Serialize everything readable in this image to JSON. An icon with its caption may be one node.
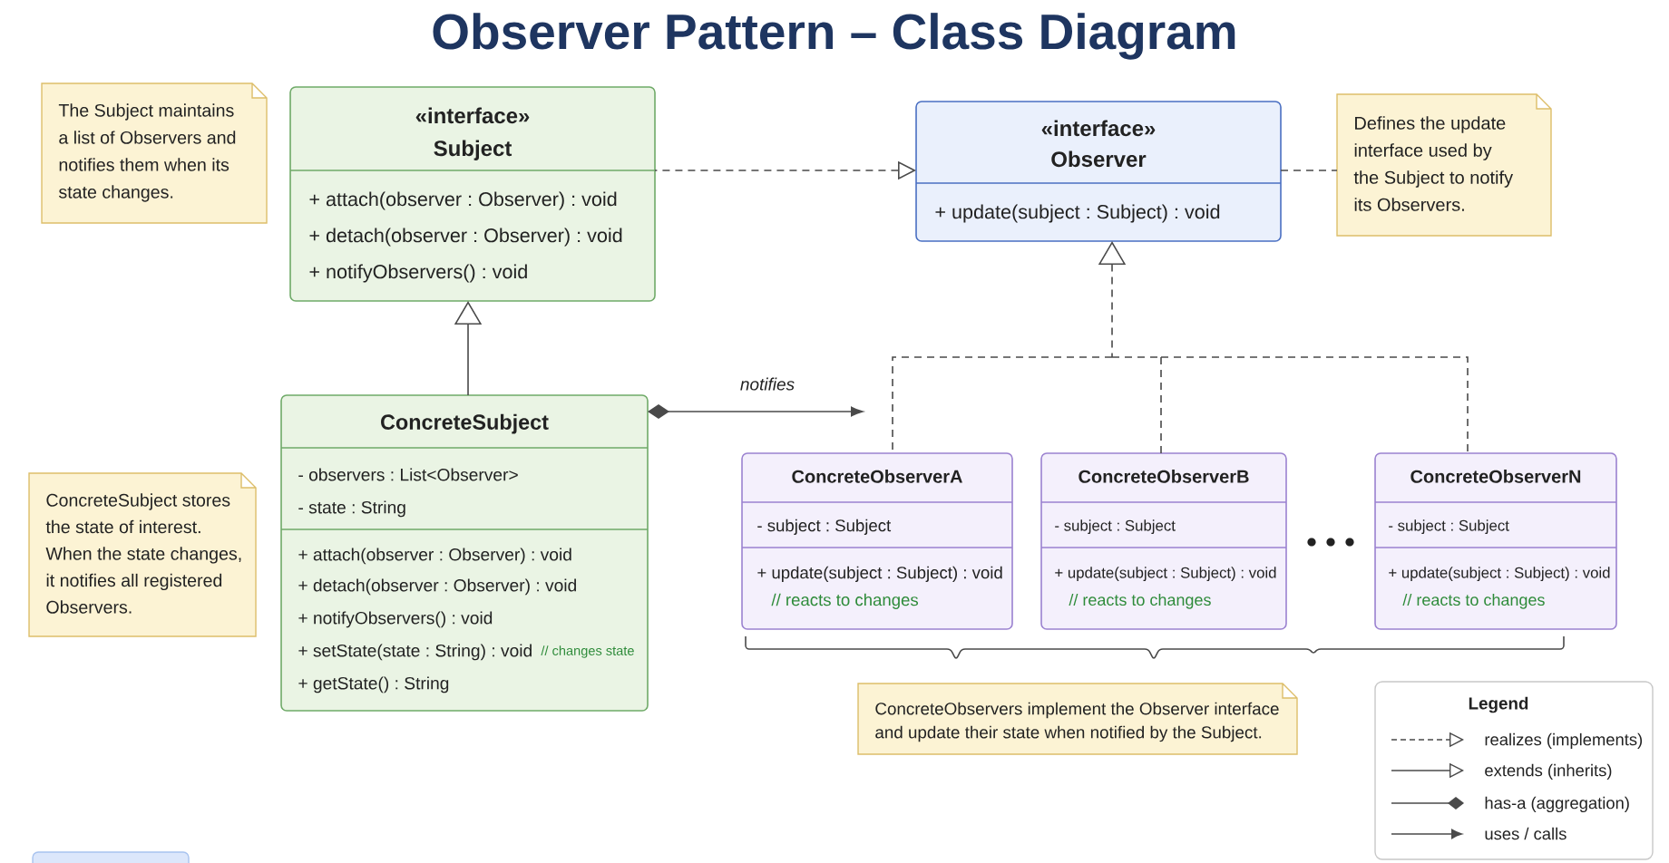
{
  "diagram": {
    "title": "Observer Pattern – Class Diagram",
    "nodes": [
      {
        "text": [
          "The Subject maintains a list of Observers and notifies them when its state changes."
        ]
      },
      {
        "text": [
          "«interface»",
          "Subject",
          "+ attach(observer : Observer) : void",
          "+ detach(observer : Observer) : void",
          "+ notifyObservers() : void"
        ]
      },
      {
        "text": [
          "«interface»",
          "Observer",
          "+ update(subject : Subject) : void"
        ]
      },
      {
        "text": [
          "Defines the update interface used by the Subject to notify its Observers."
        ]
      },
      {
        "text": [
          "ConcreteSubject",
          "- observers : List<Observer>",
          "- state : String",
          "+ attach(observer : Observer) : void",
          "+ detach(observer : Observer) : void",
          "+ notifyObservers() : void",
          "+ setState(state : String) : void",
          "// changes state",
          "+ getState() : String"
        ]
      },
      {
        "text": [
          "ConcreteSubject stores the state of interest. When the state changes, it notifies all registered Observers."
        ]
      },
      {
        "text": [
          "ConcreteObserverA",
          "- subject : Subject",
          "+ update(subject : Subject) : void",
          "// reacts to changes"
        ]
      },
      {
        "text": [
          "ConcreteObserverB",
          "- subject : Subject",
          "+ update(subject : Subject) : void",
          "// reacts to changes"
        ]
      },
      {
        "text": [
          "ConcreteObserverN",
          "- subject : Subject",
          "+ update(subject : Subject) : void",
          "// reacts to changes"
        ]
      },
      {
        "text": [
          "ConcreteObservers implement the Observer interface and update their state when notified by the Subject."
        ]
      }
    ],
    "edges": [
      {
        "from": 1,
        "to": 2,
        "arrow": "to",
        "style": "dashed"
      },
      {
        "from": 4,
        "to": 1,
        "arrow": "to"
      },
      {
        "from": 4,
        "to": null,
        "arrow": "to",
        "label": "notifies"
      },
      {
        "from": 6,
        "to": 2,
        "arrow": "to",
        "style": "dashed"
      },
      {
        "from": 7,
        "to": 2,
        "arrow": "to",
        "style": "dashed"
      },
      {
        "from": 8,
        "to": 2,
        "arrow": "to",
        "style": "dashed"
      },
      {
        "from": 3,
        "to": 2,
        "arrow": "none",
        "style": "dashed"
      }
    ],
    "labels": [
      "Legend"
    ],
    "legend": [
      {
        "text": "realizes (implements)"
      },
      {
        "text": "extends (inherits)"
      },
      {
        "text": "has-a (aggregation)"
      },
      {
        "text": "uses / calls"
      }
    ]
  }
}
